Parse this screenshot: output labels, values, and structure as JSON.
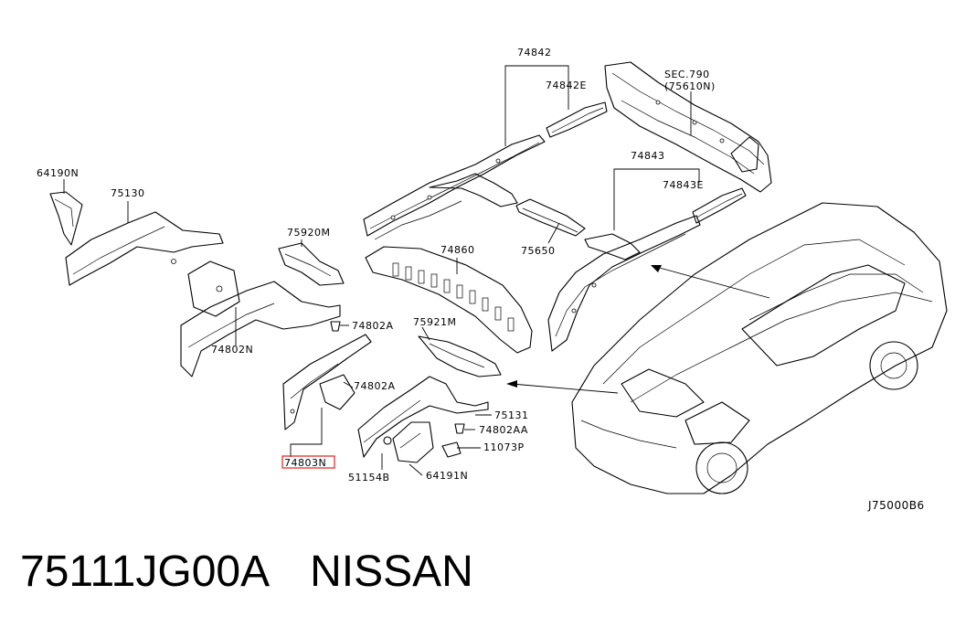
{
  "diagram": {
    "code": "J75000B6",
    "highlighted_part": "74803N",
    "highlight_color": "#e02020",
    "labels": {
      "p74842": "74842",
      "p74842E": "74842E",
      "sec790": "SEC.790",
      "sec790sub": "(75610N)",
      "p74843": "74843",
      "p74843E": "74843E",
      "p64190N": "64190N",
      "p75130": "75130",
      "p75920M": "75920M",
      "p74860": "74860",
      "p75650": "75650",
      "p74802N": "74802N",
      "p74802A_1": "74802A",
      "p75921M": "75921M",
      "p74802A_2": "74802A",
      "p75131": "75131",
      "p74802AA": "74802AA",
      "p11073P": "11073P",
      "p74803N": "74803N",
      "p51154B": "51154B",
      "p64191N": "64191N"
    }
  },
  "footer": {
    "part_number": "75111JG00A",
    "brand": "NISSAN"
  }
}
